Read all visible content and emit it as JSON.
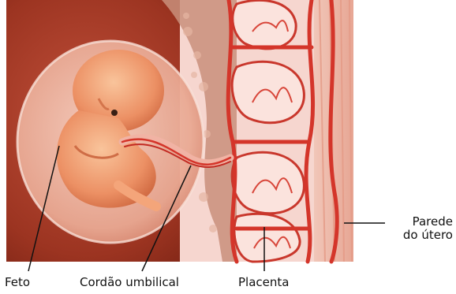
{
  "labels": {
    "fetus": "Feto",
    "umbilical_cord": "Cordão umbilical",
    "placenta": "Placenta",
    "uterus_wall_line1": "Parede",
    "uterus_wall_line2": "do útero"
  },
  "colors": {
    "uterus_bg": "#a13a22",
    "fetus_skin": "#f0a77c",
    "sac": "#f3c2b2",
    "vessel_red": "#d4352a",
    "placenta_pink": "#f5d2cc",
    "wall_pink": "#efb7a8",
    "line": "#111111"
  }
}
